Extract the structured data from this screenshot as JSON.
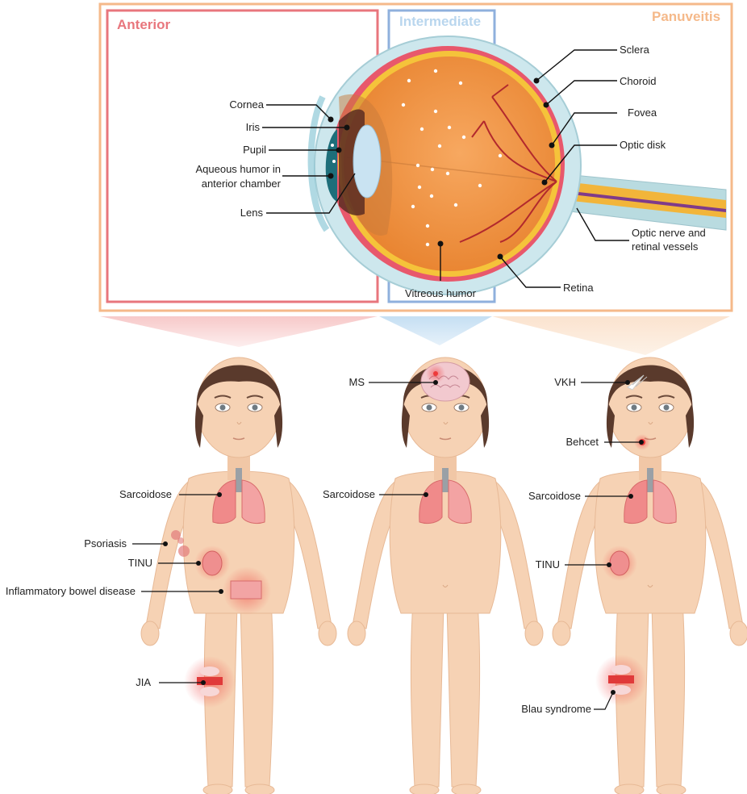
{
  "regions": {
    "anterior": "Anterior",
    "intermediate": "Intermediate",
    "panuveitis": "Panuveitis"
  },
  "eye_labels": {
    "cornea": "Cornea",
    "iris": "Iris",
    "pupil": "Pupil",
    "aqueous_line1": "Aqueous humor in",
    "aqueous_line2": "anterior chamber",
    "lens": "Lens",
    "sclera": "Sclera",
    "choroid": "Choroid",
    "fovea": "Fovea",
    "optic_disk": "Optic disk",
    "optic_nerve_line1": "Optic nerve and",
    "optic_nerve_line2": "retinal vessels",
    "retina": "Retina",
    "vitreous": "Vitreous humor"
  },
  "children": {
    "anterior": {
      "sarcoidose": "Sarcoidose",
      "psoriasis": "Psoriasis",
      "tinu": "TINU",
      "ibd": "Inflammatory bowel disease",
      "jia": "JIA"
    },
    "intermediate": {
      "ms": "MS",
      "sarcoidose": "Sarcoidose"
    },
    "panuveitis": {
      "vkh": "VKH",
      "behcet": "Behcet",
      "sarcoidose": "Sarcoidose",
      "tinu": "TINU",
      "blau": "Blau syndrome"
    }
  },
  "colors": {
    "anterior": "#e8767d",
    "intermediate": "#8fb0dd",
    "intermediate_text": "#b9d6ee",
    "panuveitis": "#f5b98a",
    "skin": "#f6d2b4",
    "hair": "#5a3a2c",
    "inflammation": "#ee3a3a"
  }
}
